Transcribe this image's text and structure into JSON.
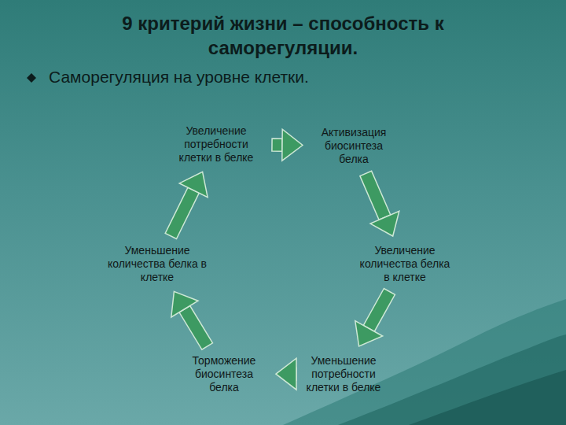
{
  "diagram": {
    "title": "9 критерий жизни – способность к саморегуляции.",
    "nodes": [
      {
        "text": [
          "Увеличение потребности клетки в белке"
        ]
      },
      {
        "text": [
          "Активизация биосинтеза белка"
        ]
      },
      {
        "text": [
          "Увеличение количества белка в клетке"
        ]
      },
      {
        "text": [
          "Уменьшение потребности клетки в белке"
        ]
      },
      {
        "text": [
          "Торможение биосинтеза белка"
        ]
      },
      {
        "text": [
          "Уменьшение количества белка в клетке"
        ]
      }
    ],
    "edges": [
      {
        "from": 0,
        "to": 1,
        "arrow": "to"
      },
      {
        "from": 1,
        "to": 2,
        "arrow": "to"
      },
      {
        "from": 2,
        "to": 3,
        "arrow": "to"
      },
      {
        "from": 3,
        "to": 4,
        "arrow": "to"
      },
      {
        "from": 4,
        "to": 5,
        "arrow": "to"
      },
      {
        "from": 5,
        "to": 0,
        "arrow": "to"
      }
    ],
    "labels": [
      "Саморегуляция на уровне клетки."
    ]
  }
}
